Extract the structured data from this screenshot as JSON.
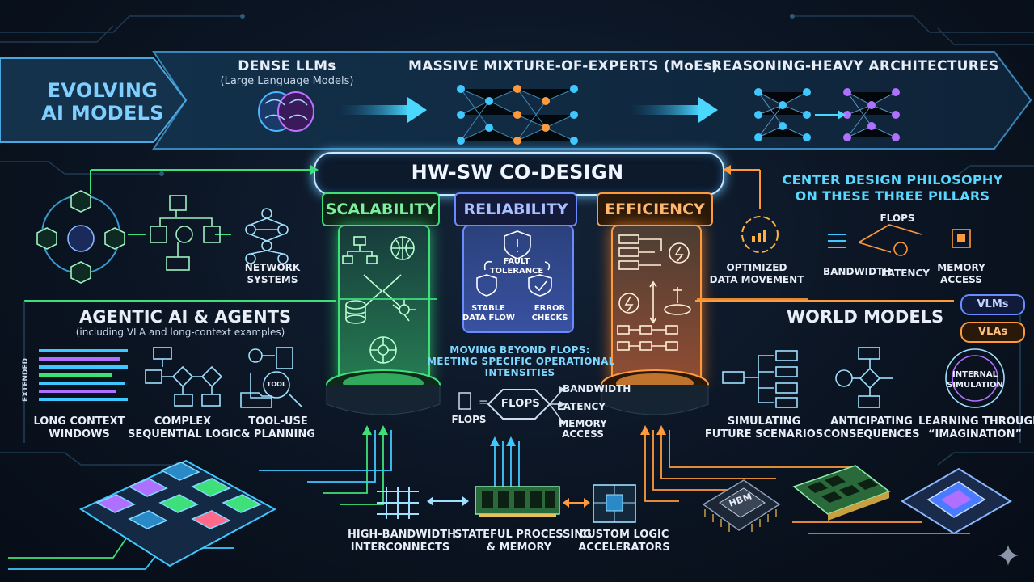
{
  "banner": {
    "evolving": "EVOLVING",
    "ai_models": "AI MODELS",
    "dense_title": "DENSE LLMs",
    "dense_sub": "(Large Language Models)",
    "moe_title": "MASSIVE MIXTURE-OF-EXPERTS (MoEs)",
    "reasoning_title": "REASONING-HEAVY ARCHITECTURES"
  },
  "codesign": {
    "title": "HW-SW CO-DESIGN",
    "pillars": [
      "SCALABILITY",
      "RELIABILITY",
      "EFFICIENCY"
    ]
  },
  "reliability": {
    "fault": "FAULT",
    "tolerance": "TOLERANCE",
    "stable1": "STABLE",
    "stable2": "DATA FLOW",
    "error1": "ERROR",
    "error2": "CHECKS"
  },
  "network": {
    "line1": "NETWORK",
    "line2": "SYSTEMS"
  },
  "philosophy": {
    "line1": "CENTER DESIGN PHILOSOPHY",
    "line2": "ON THESE THREE PILLARS",
    "flops": "FLOPS",
    "bandwidth": "BANDWIDTH",
    "latency": "LATENCY",
    "memory1": "MEMORY",
    "memory2": "ACCESS",
    "optimized1": "OPTIMIZED",
    "optimized2": "DATA MOVEMENT"
  },
  "agentic": {
    "title": "AGENTIC AI & AGENTS",
    "subtitle": "(including VLA and long-context examples)",
    "extended": "EXTENDED",
    "items": [
      {
        "l1": "LONG CONTEXT",
        "l2": "WINDOWS"
      },
      {
        "l1": "COMPLEX",
        "l2": "SEQUENTIAL LOGIC"
      },
      {
        "l1": "TOOL-USE",
        "l2": "& PLANNING"
      }
    ],
    "tool": "TOOL"
  },
  "world": {
    "title": "WORLD MODELS",
    "vlms": "VLMs",
    "vlas": "VLAs",
    "internal1": "INTERNAL",
    "internal2": "SIMULATION",
    "items": [
      {
        "l1": "SIMULATING",
        "l2": "FUTURE SCENARIOS"
      },
      {
        "l1": "ANTICIPATING",
        "l2": "CONSEQUENCES"
      },
      {
        "l1": "LEARNING THROUGH",
        "l2": "“IMAGINATION”"
      }
    ]
  },
  "center": {
    "line1": "MOVING BEYOND FLOPS:",
    "line2": "MEETING SPECIFIC OPERATIONAL",
    "line3": "INTENSITIES",
    "flops_box": "FLOPS",
    "flops_small": "FLOPS",
    "bandwidth": "BANDWIDTH",
    "latency": "LATENCY",
    "memory1": "MEMORY",
    "memory2": "ACCESS"
  },
  "hardware": {
    "items": [
      {
        "l1": "HIGH-BANDWIDTH",
        "l2": "INTERCONNECTS"
      },
      {
        "l1": "STATEFUL PROCESSING",
        "l2": "& MEMORY"
      },
      {
        "l1": "CUSTOM LOGIC",
        "l2": "ACCELERATORS"
      }
    ],
    "hbm": "HBM"
  },
  "colors": {
    "scalability": "#3ee07a",
    "reliability": "#5a7cff",
    "efficiency": "#ff9a3c",
    "cyan": "#36d2ff",
    "purple": "#b070ff"
  }
}
